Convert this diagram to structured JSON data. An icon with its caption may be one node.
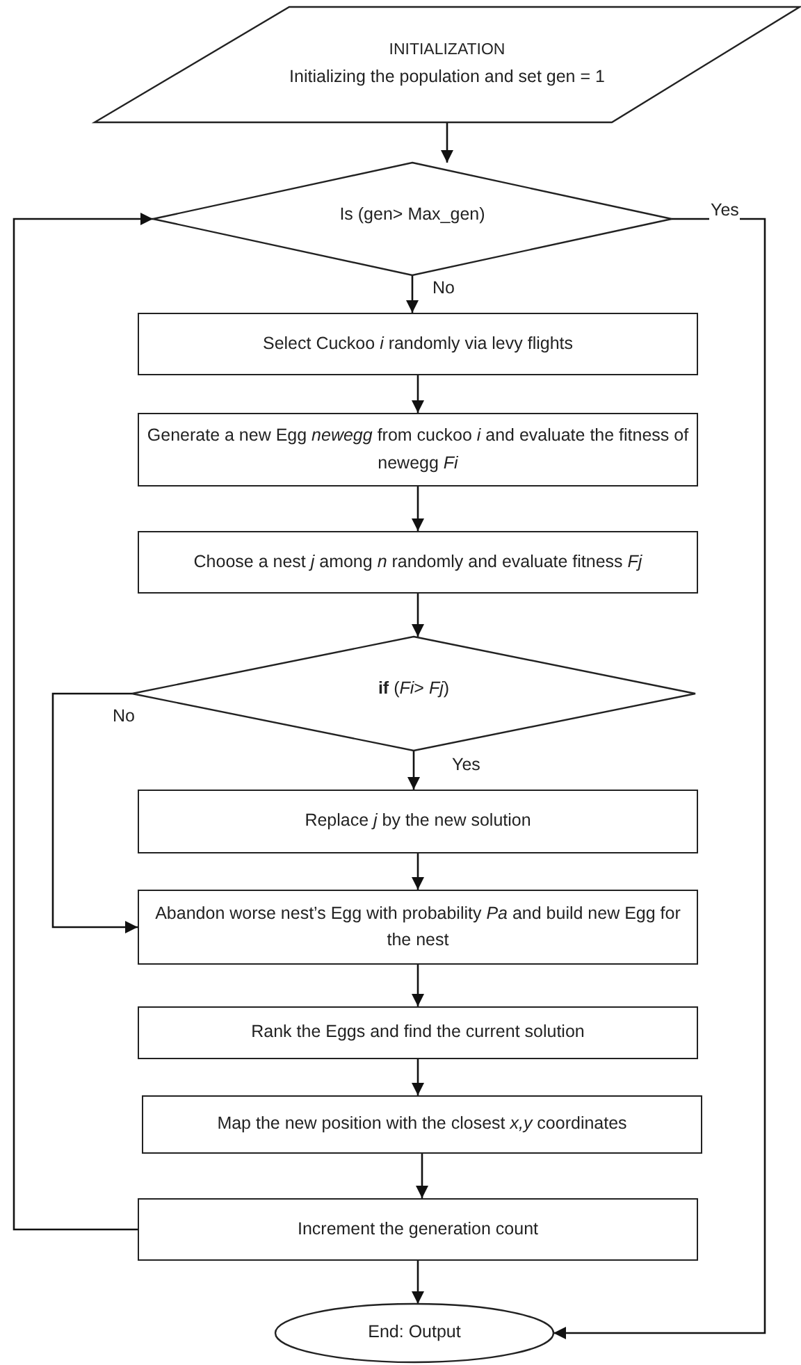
{
  "diagram": {
    "nodes": [
      {
        "text": [
          "INITIALIZATION",
          "Initializing the population and set gen = 1"
        ]
      },
      {
        "text": [
          "Is (gen> Max_gen)"
        ]
      },
      {
        "text": [
          "Select Cuckoo *i* randomly via levy flights"
        ]
      },
      {
        "text": [
          "Generate a new Egg *newegg* from cuckoo *i* and evaluate the fitness of newegg *Fi*"
        ]
      },
      {
        "text": [
          "Choose a nest *j* among *n* randomly and evaluate fitness *Fj*"
        ]
      },
      {
        "text": [
          "**if** (*Fi*> *Fj*)"
        ]
      },
      {
        "text": [
          "Replace *j* by the new solution"
        ]
      },
      {
        "text": [
          "Abandon worse nest’s Egg with probability *Pa* and build new Egg for the nest"
        ]
      },
      {
        "text": [
          "Rank the Eggs and find the current solution"
        ]
      },
      {
        "text": [
          "Map the new position with the closest *x,y* coordinates"
        ]
      },
      {
        "text": [
          "Increment the generation count"
        ]
      },
      {
        "text": [
          "End: Output"
        ]
      }
    ],
    "edges": [
      {
        "from": 0,
        "to": 1,
        "arrow": "to"
      },
      {
        "from": 1,
        "to": 2,
        "arrow": "to",
        "label": "No"
      },
      {
        "from": 2,
        "to": 3,
        "arrow": "to"
      },
      {
        "from": 3,
        "to": 4,
        "arrow": "to"
      },
      {
        "from": 4,
        "to": 5,
        "arrow": "to"
      },
      {
        "from": 5,
        "to": 6,
        "arrow": "to",
        "label": "Yes"
      },
      {
        "from": 5,
        "to": 7,
        "arrow": "to",
        "label": "No"
      },
      {
        "from": 6,
        "to": 7,
        "arrow": "to"
      },
      {
        "from": 7,
        "to": 8,
        "arrow": "to"
      },
      {
        "from": 8,
        "to": 9,
        "arrow": "to"
      },
      {
        "from": 9,
        "to": 10,
        "arrow": "to"
      },
      {
        "from": 10,
        "to": 11,
        "arrow": "to"
      },
      {
        "from": 10,
        "to": 1,
        "arrow": "to"
      },
      {
        "from": 1,
        "to": 11,
        "arrow": "to",
        "label": "Yes"
      }
    ]
  }
}
